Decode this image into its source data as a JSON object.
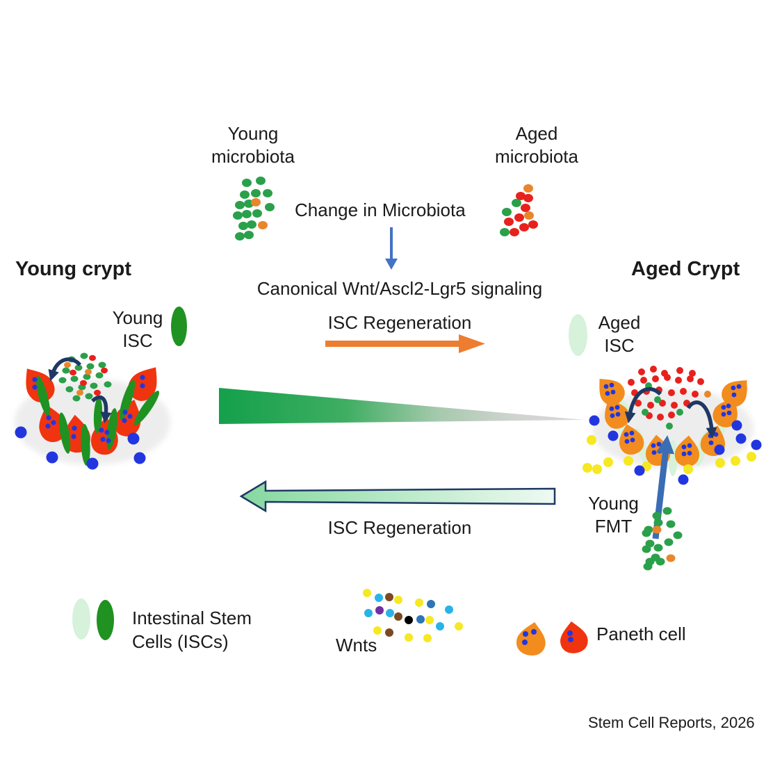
{
  "labels": {
    "young_microbiota": "Young\nmicrobiota",
    "aged_microbiota": "Aged\nmicrobiota",
    "change_in_microbiota": "Change in Microbiota",
    "young_crypt": "Young crypt",
    "aged_crypt": "Aged Crypt",
    "canonical_signaling": "Canonical Wnt/Ascl2-Lgr5 signaling",
    "isc_regeneration_forward": "ISC Regeneration",
    "isc_regeneration_reverse": "ISC Regeneration",
    "young_isc": "Young\nISC",
    "aged_isc": "Aged\nISC",
    "young_fmt": "Young\nFMT",
    "legend_isc": "Intestinal Stem\nCells (ISCs)",
    "legend_wnts": "Wnts",
    "legend_paneth": "Paneth cell",
    "citation": "Stem Cell Reports, 2026"
  },
  "palette": {
    "text": "#1a1a1a",
    "green_dot": "#2ba04a",
    "orange_dot": "#e9862b",
    "red_dot": "#e8211d",
    "dark_green": "#1f9222",
    "light_green": "#d6f2da",
    "paneth_orange": "#f28c1e",
    "paneth_red": "#f03410",
    "navy": "#1f3864",
    "blue_arrow": "#4472c4",
    "steel_blue": "#3b6db5",
    "orange_arrow": "#ed7d31",
    "wnt_blue": "#2236e0",
    "wnt_yellow": "#f6e822",
    "wnt_cyan": "#29b4e8",
    "wnt_brown": "#7b4a23",
    "wnt_purple": "#7030a0",
    "wnt_midblue": "#2e75b6",
    "wedge_green": "#14a04b",
    "wedge_gray": "#d9d9d9",
    "arrow_fill_start": "#86d8a0",
    "arrow_fill_end": "#eefaf2",
    "shadow": "#dcdcdc"
  }
}
